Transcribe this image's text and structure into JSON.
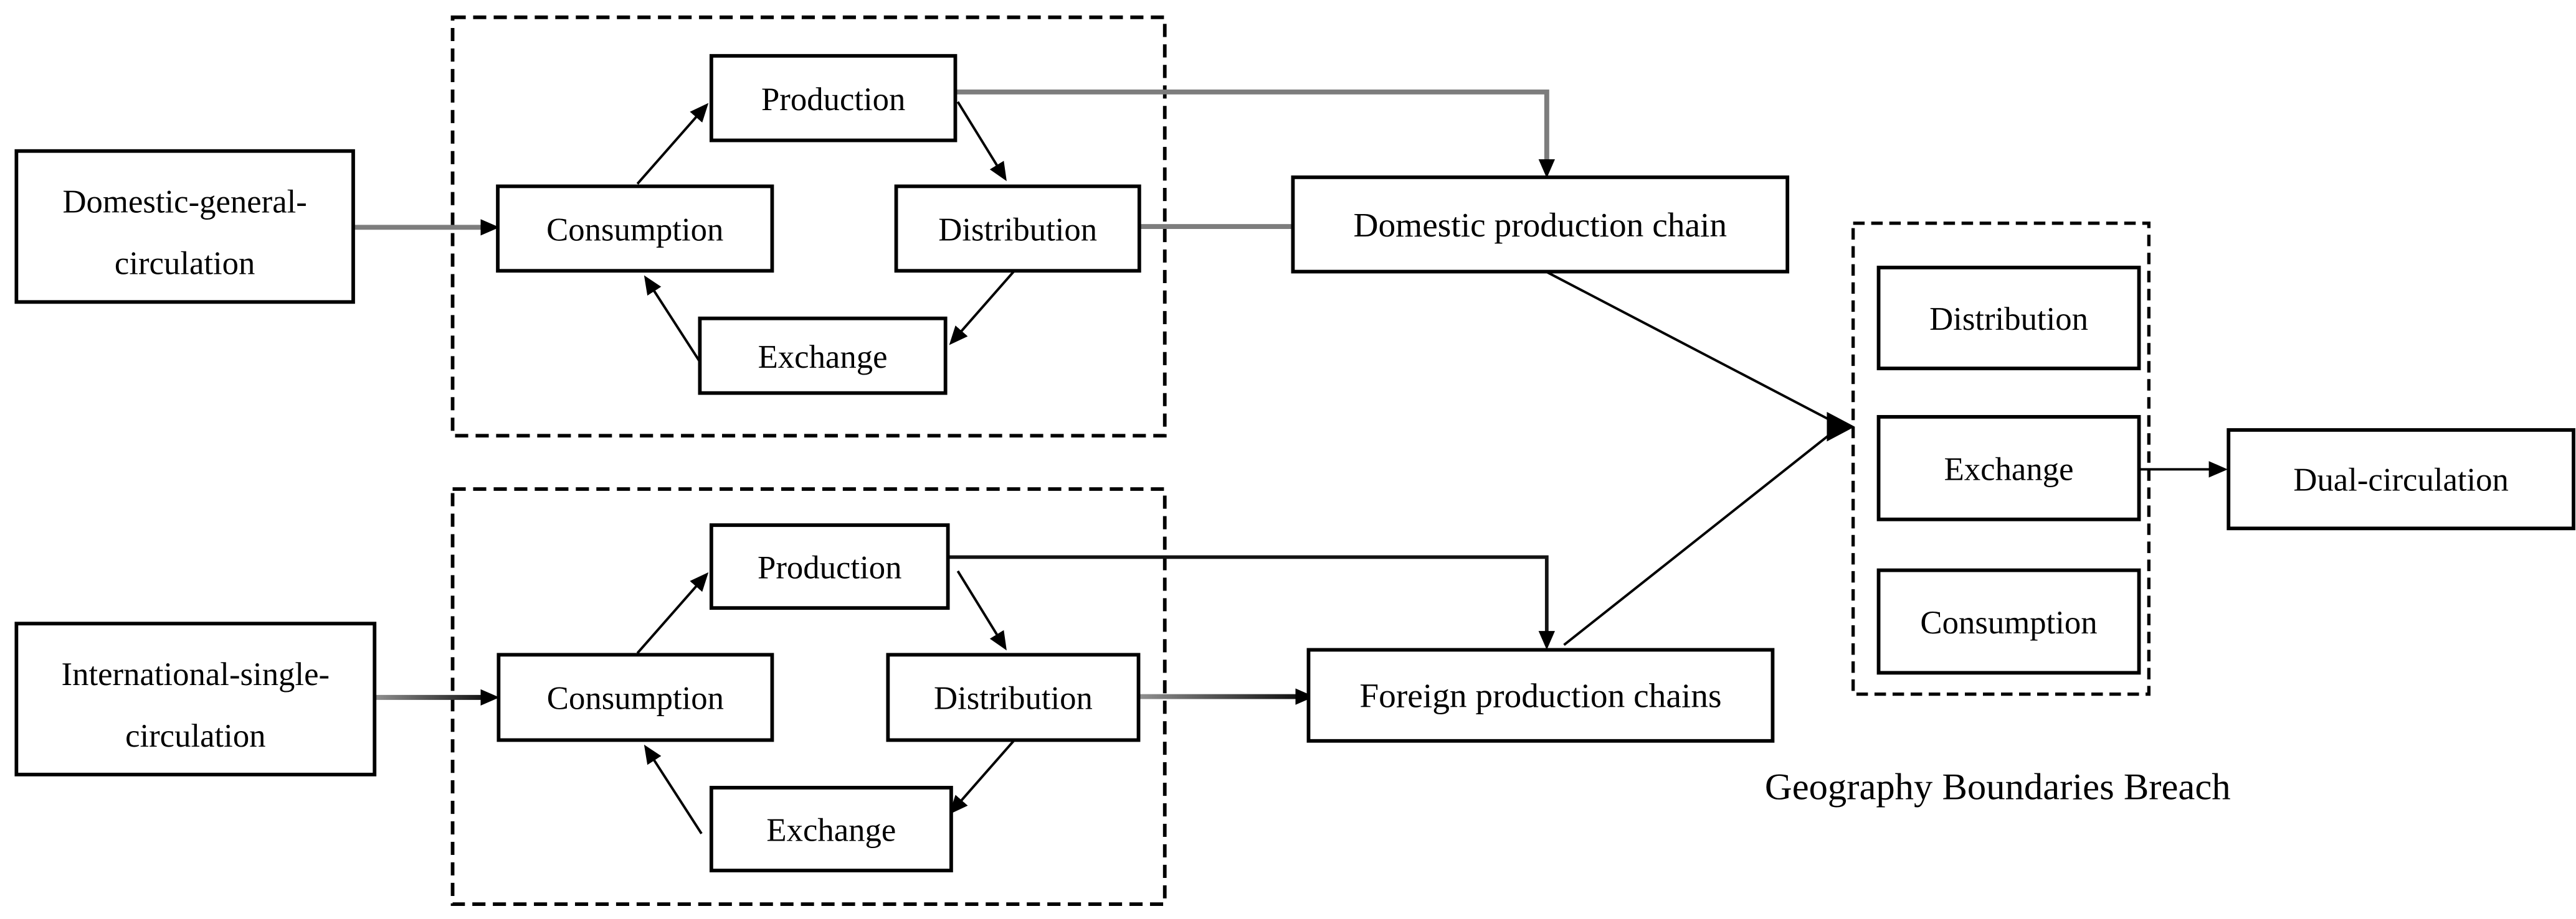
{
  "colors": {
    "background": "#ffffff",
    "line_black": "#000000",
    "line_gray": "#7d7d7d",
    "gradient_start": "#909090",
    "gradient_end": "#0a0a0a"
  },
  "nodes": {
    "domestic_general": {
      "label_line1": "Domestic-general-",
      "label_line2": "circulation"
    },
    "international_single": {
      "label_line1": "International-single-",
      "label_line2": "circulation"
    },
    "production_top": {
      "label": "Production"
    },
    "consumption_top": {
      "label": "Consumption"
    },
    "distribution_top": {
      "label": "Distribution"
    },
    "exchange_top": {
      "label": "Exchange"
    },
    "production_bottom": {
      "label": "Production"
    },
    "consumption_bottom": {
      "label": "Consumption"
    },
    "distribution_bottom": {
      "label": "Distribution"
    },
    "exchange_bottom": {
      "label": "Exchange"
    },
    "domestic_chain": {
      "label": "Domestic production chain"
    },
    "foreign_chains": {
      "label": "Foreign production chains"
    },
    "distribution_right": {
      "label": "Distribution"
    },
    "exchange_right": {
      "label": "Exchange"
    },
    "consumption_right": {
      "label": "Consumption"
    },
    "dual_circulation": {
      "label": "Dual-circulation"
    }
  },
  "caption": "Geography Boundaries Breach"
}
